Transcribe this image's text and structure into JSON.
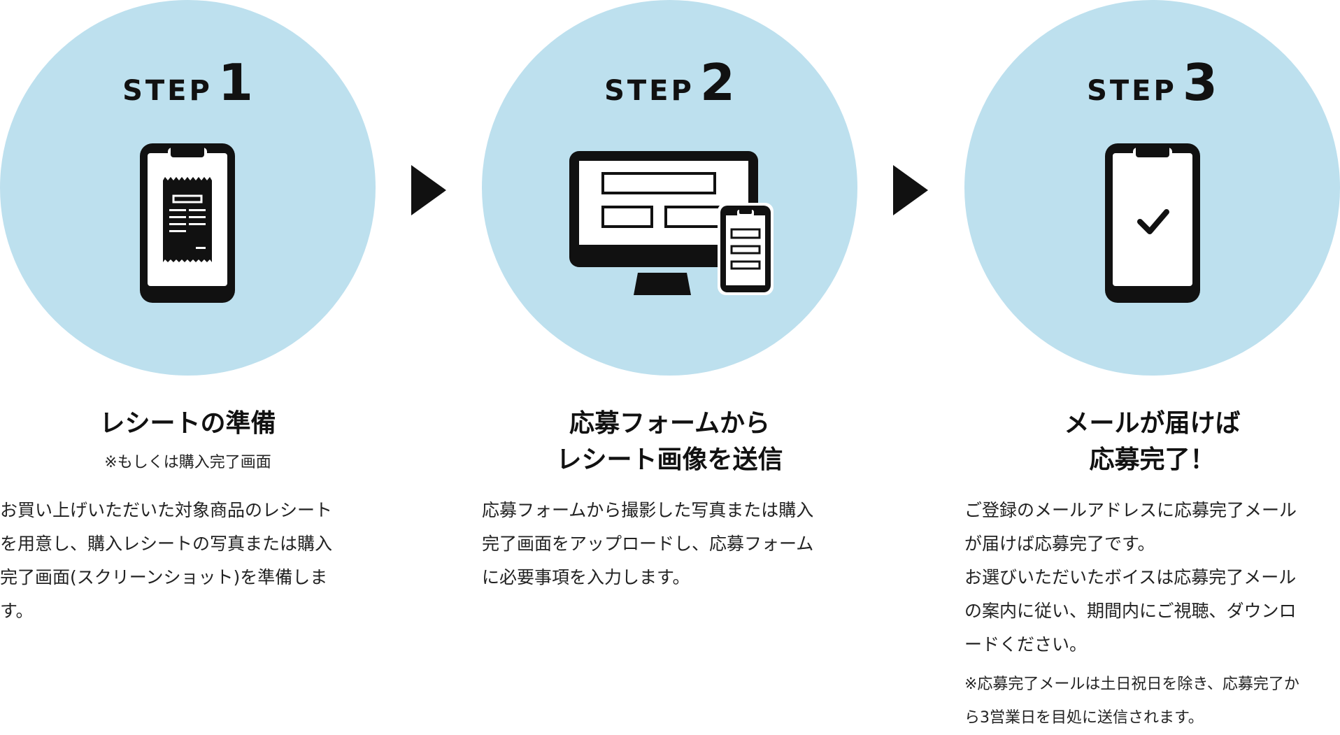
{
  "steps": [
    {
      "step_word": "STEP",
      "step_number": "1",
      "icon": "smartphone-receipt-icon",
      "title_lines": [
        "レシートの準備"
      ],
      "subtitle": "※もしくは購入完了画面",
      "body": "お買い上げいただいた対象商品のレシート\nを用意し、購入レシートの写真または購入\n完了画面(スクリーンショット)を準備しま\nす。",
      "note": ""
    },
    {
      "step_word": "STEP",
      "step_number": "2",
      "icon": "monitor-and-phone-form-icon",
      "title_lines": [
        "応募フォームから",
        "レシート画像を送信"
      ],
      "subtitle": "",
      "body": "応募フォームから撮影した写真または購入\n完了画面をアップロードし、応募フォーム\nに必要事項を入力します。",
      "note": ""
    },
    {
      "step_word": "STEP",
      "step_number": "3",
      "icon": "smartphone-check-icon",
      "title_lines": [
        "メールが届けば",
        "応募完了！"
      ],
      "subtitle": "",
      "body": "ご登録のメールアドレスに応募完了メール\nが届けば応募完了です。\nお選びいただいたボイスは応募完了メール\nの案内に従い、期間内にご視聴、ダウンロ\nードください。",
      "note": "※応募完了メールは土日祝日を除き、応募完了か\nら3営業日を目処に送信されます。"
    }
  ],
  "arrows": [
    "arrow-right-icon",
    "arrow-right-icon"
  ],
  "colors": {
    "circle": "#bde0ee",
    "icon": "#111111",
    "text": "#222222"
  }
}
